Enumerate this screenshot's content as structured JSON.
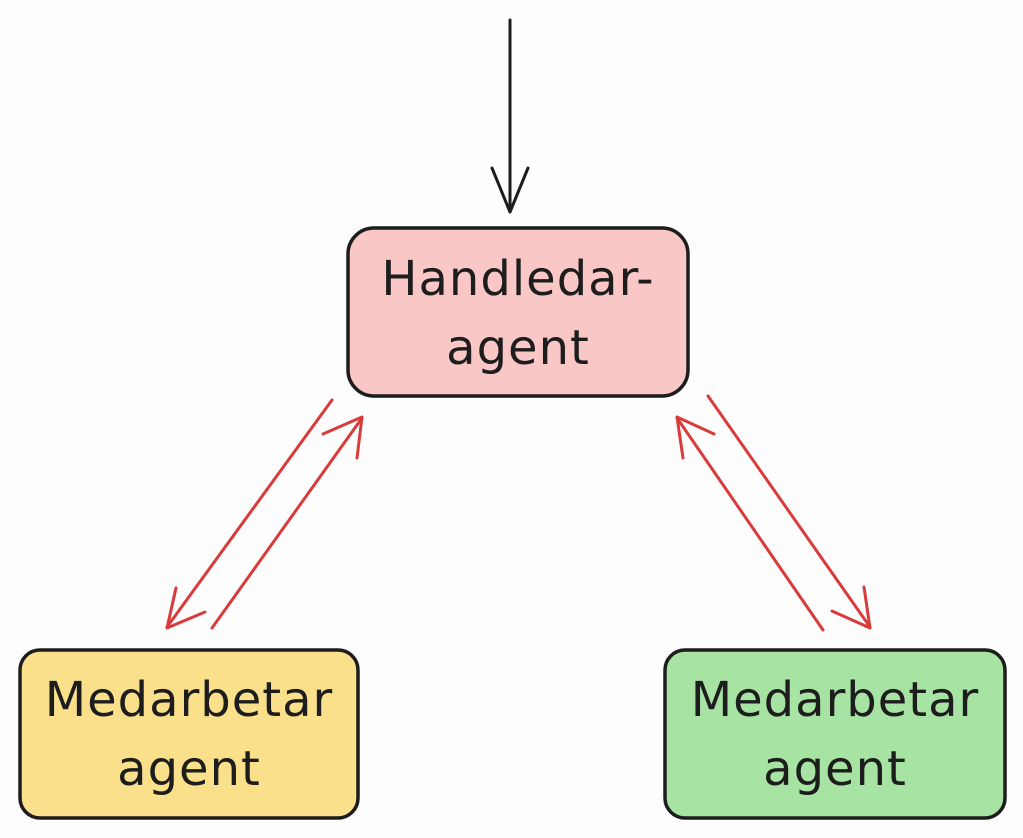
{
  "diagram": {
    "nodes": {
      "supervisor": {
        "line1": "Handledar-",
        "line2": "agent",
        "fill": "#f9c7c6"
      },
      "worker_left": {
        "line1": "Medarbetar",
        "line2": "agent",
        "fill": "#fbe08c"
      },
      "worker_right": {
        "line1": "Medarbetar",
        "line2": "agent",
        "fill": "#a7e4a3"
      }
    },
    "colors": {
      "stroke": "#1d1d1d",
      "arrow_input": "#1d1d1d",
      "arrow_link": "#d93b3b"
    }
  }
}
